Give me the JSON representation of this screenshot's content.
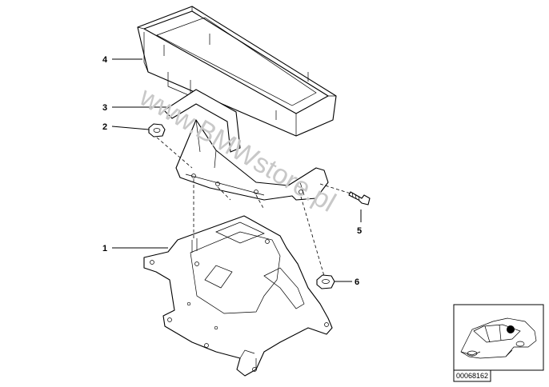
{
  "diagram": {
    "callouts": [
      {
        "id": "4",
        "label": "4"
      },
      {
        "id": "3",
        "label": "3"
      },
      {
        "id": "2",
        "label": "2"
      },
      {
        "id": "1",
        "label": "1"
      },
      {
        "id": "5",
        "label": "5"
      },
      {
        "id": "6",
        "label": "6"
      }
    ],
    "watermark": "www.BMWstore.pl",
    "diagram_code": "00068162"
  }
}
